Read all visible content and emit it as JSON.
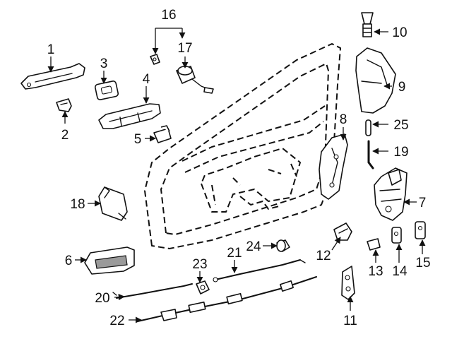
{
  "diagram": {
    "callouts": [
      {
        "key": "c1",
        "text": "1"
      },
      {
        "key": "c2",
        "text": "2"
      },
      {
        "key": "c3",
        "text": "3"
      },
      {
        "key": "c4",
        "text": "4"
      },
      {
        "key": "c5",
        "text": "5"
      },
      {
        "key": "c6",
        "text": "6"
      },
      {
        "key": "c7",
        "text": "7"
      },
      {
        "key": "c8",
        "text": "8"
      },
      {
        "key": "c9",
        "text": "9"
      },
      {
        "key": "c10",
        "text": "10"
      },
      {
        "key": "c11",
        "text": "11"
      },
      {
        "key": "c12",
        "text": "12"
      },
      {
        "key": "c13",
        "text": "13"
      },
      {
        "key": "c14",
        "text": "14"
      },
      {
        "key": "c15",
        "text": "15"
      },
      {
        "key": "c16",
        "text": "16"
      },
      {
        "key": "c17",
        "text": "17"
      },
      {
        "key": "c18",
        "text": "18"
      },
      {
        "key": "c19",
        "text": "19"
      },
      {
        "key": "c20",
        "text": "20"
      },
      {
        "key": "c21",
        "text": "21"
      },
      {
        "key": "c22",
        "text": "22"
      },
      {
        "key": "c23",
        "text": "23"
      },
      {
        "key": "c24",
        "text": "24"
      },
      {
        "key": "c25",
        "text": "25"
      }
    ],
    "colors": {
      "line": "#111111",
      "background": "#ffffff",
      "shade": "#9a9a9a"
    }
  }
}
